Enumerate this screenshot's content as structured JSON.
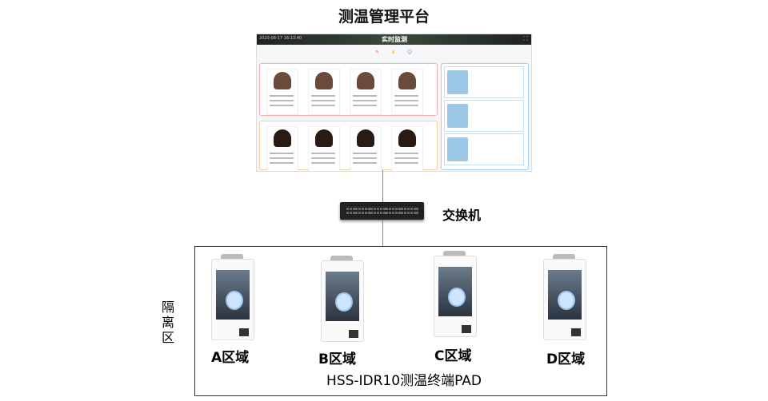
{
  "title": "测温管理平台",
  "platform": {
    "timestamp": "2020-08-17 16:13:40",
    "header": "实时监测",
    "icons": [
      "pen-icon",
      "crown-icon",
      "user-icon",
      "expand-icon"
    ],
    "accent_red": "#f07070",
    "accent_orange": "#f0b060",
    "accent_blue": "#70b0e0"
  },
  "switch": {
    "label": "交换机"
  },
  "zone": {
    "label": "隔离区",
    "devices": [
      {
        "label": "A区域"
      },
      {
        "label": "B区域"
      },
      {
        "label": "C区域"
      },
      {
        "label": "D区域"
      }
    ],
    "caption": "HSS-IDR10测温终端PAD"
  }
}
